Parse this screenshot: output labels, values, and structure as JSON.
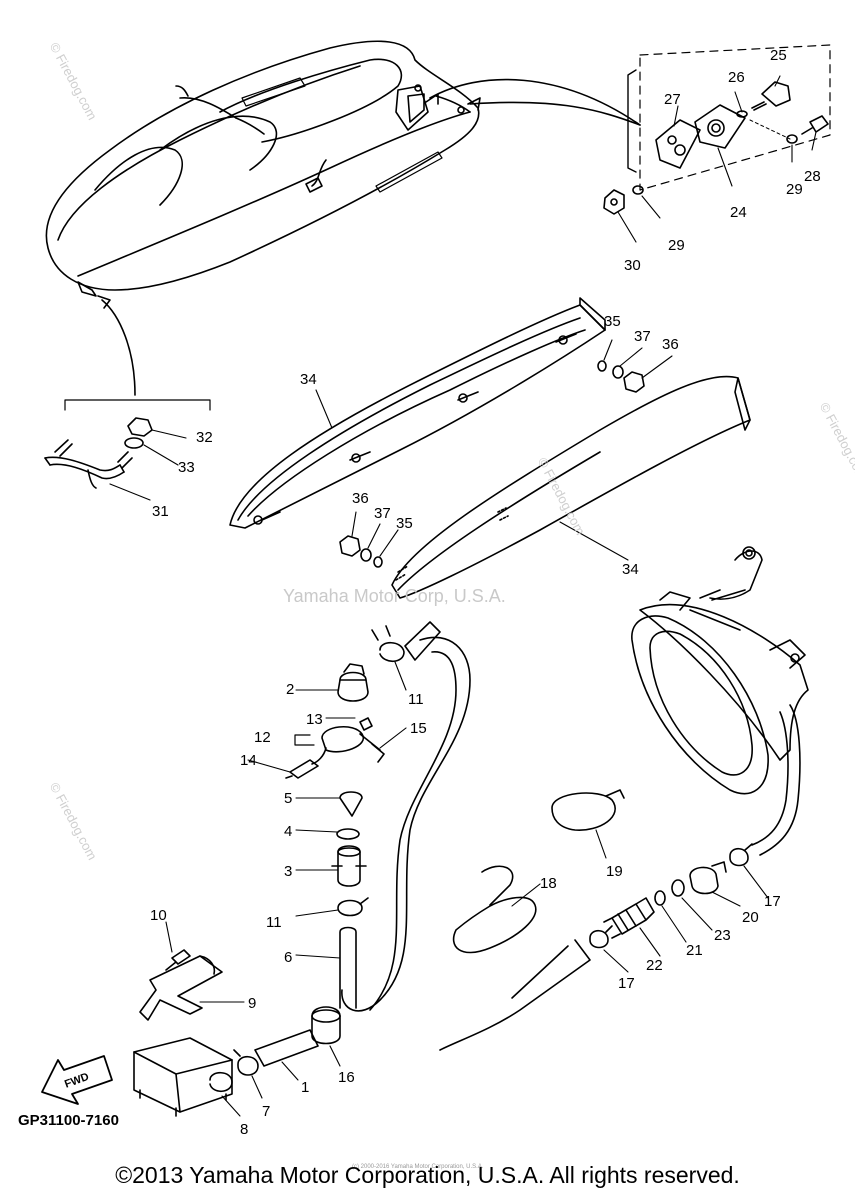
{
  "diagram": {
    "callouts": [
      "1",
      "2",
      "3",
      "4",
      "5",
      "6",
      "7",
      "8",
      "9",
      "10",
      "11",
      "11",
      "12",
      "13",
      "14",
      "15",
      "16",
      "17",
      "17",
      "18",
      "19",
      "20",
      "21",
      "22",
      "23",
      "24",
      "25",
      "26",
      "27",
      "28",
      "29",
      "29",
      "30",
      "31",
      "32",
      "33",
      "34",
      "34",
      "35",
      "35",
      "36",
      "36",
      "37",
      "37"
    ],
    "fwd_label": "FWD",
    "part_number": "GP31100-7160",
    "watermark_center": "Yamaha Motor Corp, U.S.A.",
    "watermark_side": "© Firedog.com",
    "tiny_notice": "(c) 2000-2016 Yamaha Motor Corporation, U.S.A.",
    "copyright": "©2013 Yamaha Motor Corporation, U.S.A. All rights reserved.",
    "colors": {
      "line": "#000000",
      "watermark": "#c9c9c9",
      "background": "#ffffff"
    }
  }
}
